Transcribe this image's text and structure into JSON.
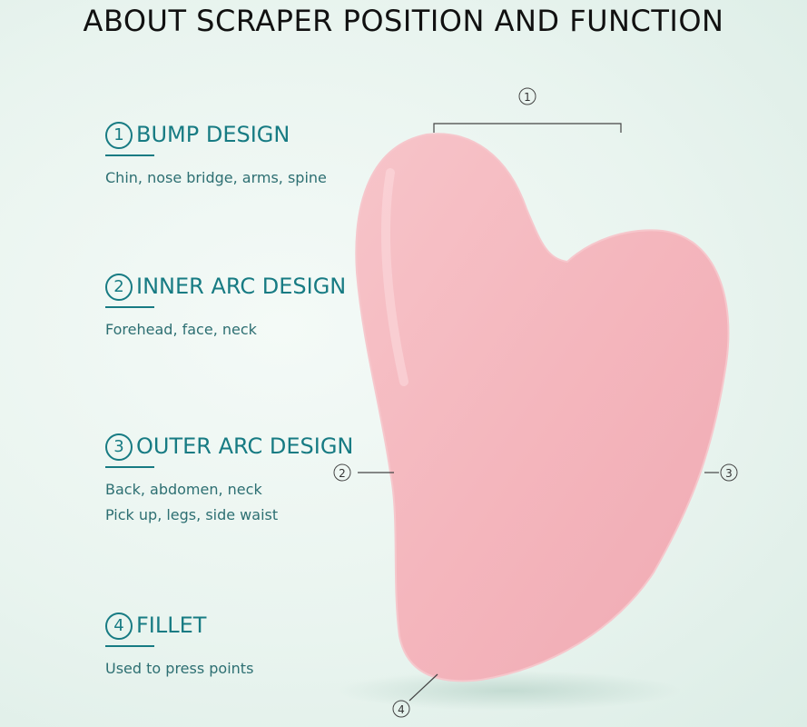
{
  "title": "ABOUT SCRAPER POSITION AND FUNCTION",
  "features": [
    {
      "number": "1",
      "heading": "BUMP DESIGN",
      "lines": [
        "Chin, nose bridge, arms, spine"
      ]
    },
    {
      "number": "2",
      "heading": "INNER ARC DESIGN",
      "lines": [
        "Forehead, face, neck"
      ]
    },
    {
      "number": "3",
      "heading": "OUTER ARC DESIGN",
      "lines": [
        "Back, abdomen, neck",
        "Pick up, legs, side waist"
      ]
    },
    {
      "number": "4",
      "heading": "FILLET",
      "lines": [
        "Used to press points"
      ]
    }
  ],
  "markers": [
    "①",
    "②",
    "③",
    "④"
  ],
  "colors": {
    "accent": "#177b83",
    "stone": "#f4b8bf",
    "title": "#111111"
  }
}
